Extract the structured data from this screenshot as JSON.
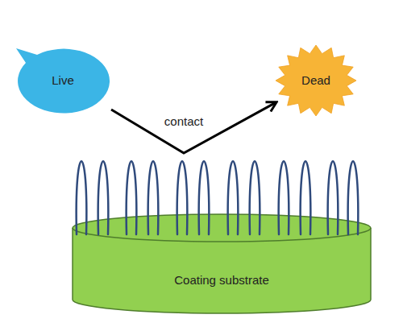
{
  "diagram": {
    "nodes": [
      {
        "text": [
          "Live"
        ]
      },
      {
        "text": [
          "Dead"
        ]
      },
      {
        "text": [
          "Coating substrate"
        ]
      }
    ],
    "edges": [
      {
        "from": 0,
        "to": 1,
        "label": "contact",
        "arrow": "to"
      }
    ]
  }
}
